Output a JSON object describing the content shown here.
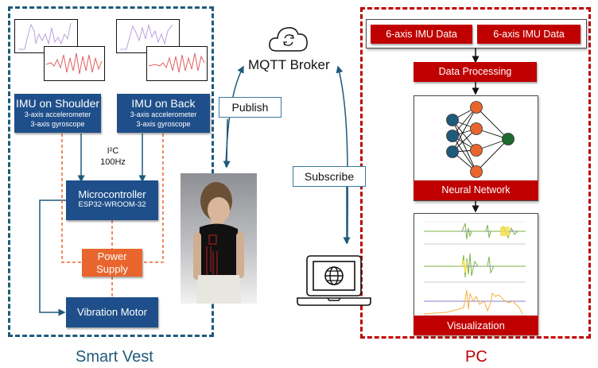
{
  "smart_vest": {
    "caption": "Smart Vest",
    "imu_shoulder": {
      "title": "IMU on Shoulder",
      "line1": "3-axis accelerometer",
      "line2": "3-axis gyroscope"
    },
    "imu_back": {
      "title": "IMU on Back",
      "line1": "3-axis accelerometer",
      "line2": "3-axis gyroscope"
    },
    "bus_label": {
      "line1": "I²C",
      "line2": "100Hz"
    },
    "microcontroller": {
      "title": "Microcontroller",
      "subtitle": "ESP32-WROOM-32"
    },
    "power_supply": {
      "line1": "Power",
      "line2": "Supply"
    },
    "vibration_motor": {
      "title": "Vibration Motor"
    }
  },
  "mqtt": {
    "broker_label": "MQTT Broker",
    "publish_label": "Publish",
    "subscribe_label": "Subscribe"
  },
  "pc": {
    "caption": "PC",
    "imu_data_1": "6-axis IMU Data",
    "imu_data_2": "6-axis IMU Data",
    "data_processing": "Data Processing",
    "neural_network": "Neural Network",
    "visualization": "Visualization"
  },
  "colors": {
    "vest_blue": "#1f4f8a",
    "vest_frame": "#1f5a7a",
    "pc_red": "#c00000",
    "power_orange": "#e8662e",
    "nn_input": "#1f5a7a",
    "nn_hidden": "#e8662e",
    "nn_output": "#1e6b2e"
  }
}
